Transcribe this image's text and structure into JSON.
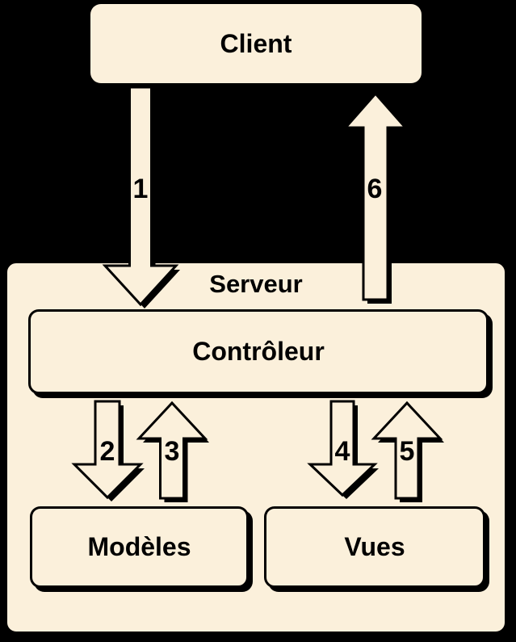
{
  "diagram": {
    "background_color": "#000000",
    "node_fill_color": "#FBF0DB",
    "outline_color": "#000000",
    "nodes": [
      {
        "id": "client",
        "label": "Client"
      },
      {
        "id": "serveur",
        "label": "Serveur"
      },
      {
        "id": "controleur",
        "label": "Contrôleur"
      },
      {
        "id": "modeles",
        "label": "Modèles"
      },
      {
        "id": "vues",
        "label": "Vues"
      }
    ],
    "arrows": [
      {
        "id": "a1",
        "label": "1",
        "from": "client",
        "to": "controleur",
        "direction": "down"
      },
      {
        "id": "a2",
        "label": "2",
        "from": "controleur",
        "to": "modeles",
        "direction": "down"
      },
      {
        "id": "a3",
        "label": "3",
        "from": "modeles",
        "to": "controleur",
        "direction": "up"
      },
      {
        "id": "a4",
        "label": "4",
        "from": "controleur",
        "to": "vues",
        "direction": "down"
      },
      {
        "id": "a5",
        "label": "5",
        "from": "vues",
        "to": "controleur",
        "direction": "up"
      },
      {
        "id": "a6",
        "label": "6",
        "from": "controleur",
        "to": "client",
        "direction": "up"
      }
    ]
  }
}
